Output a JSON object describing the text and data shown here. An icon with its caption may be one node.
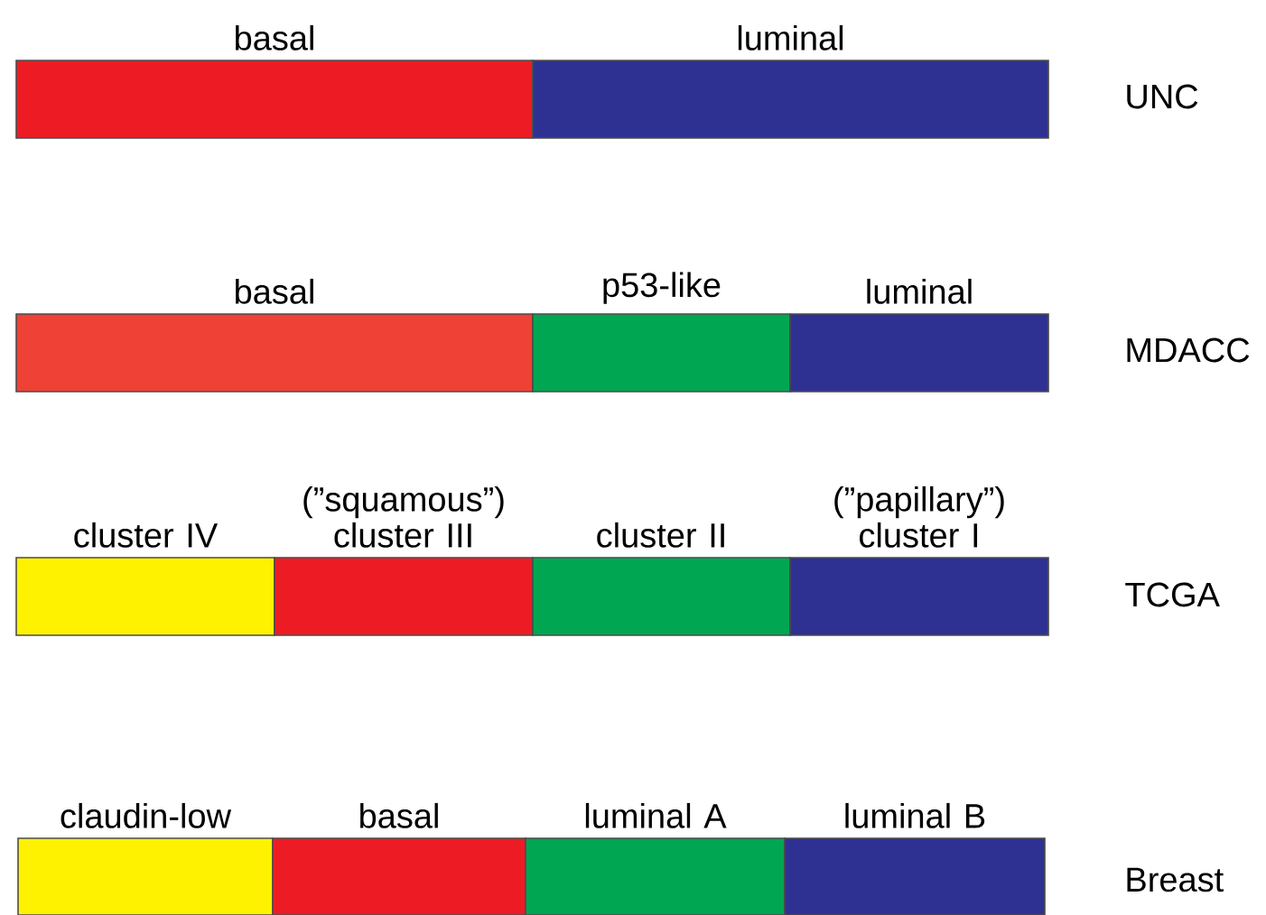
{
  "diagram": {
    "nodes": [
      {
        "text": [
          "basal"
        ]
      },
      {
        "text": [
          "luminal"
        ]
      },
      {
        "text": [
          "basal"
        ]
      },
      {
        "text": [
          "p53-like"
        ]
      },
      {
        "text": [
          "luminal"
        ]
      },
      {
        "text": [
          "cluster IV"
        ]
      },
      {
        "text": [
          "(”squamous”) cluster III"
        ]
      },
      {
        "text": [
          "cluster II"
        ]
      },
      {
        "text": [
          "(”papillary”) cluster I"
        ]
      },
      {
        "text": [
          "claudin-low"
        ]
      },
      {
        "text": [
          "basal"
        ]
      },
      {
        "text": [
          "luminal A"
        ]
      },
      {
        "text": [
          "luminal B"
        ]
      }
    ],
    "labels": [
      "UNC",
      "MDACC",
      "TCGA",
      "Breast"
    ]
  }
}
